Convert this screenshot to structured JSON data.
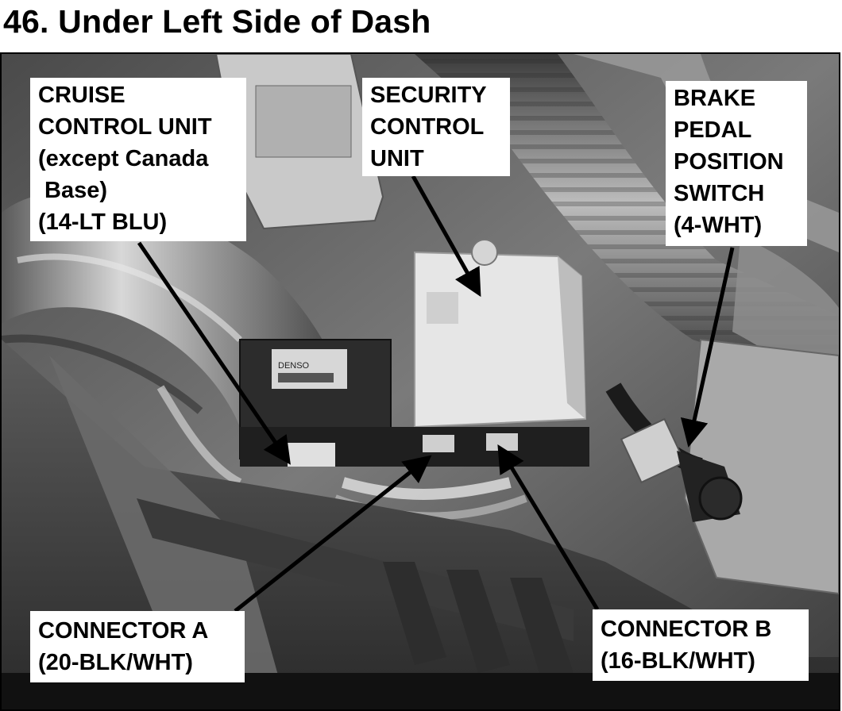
{
  "title": "46. Under Left Side of Dash",
  "callouts": {
    "cruise_control_unit": {
      "lines": [
        "CRUISE",
        "CONTROL UNIT",
        "(except Canada",
        " Base)",
        "(14-LT BLU)"
      ]
    },
    "security_control_unit": {
      "lines": [
        "SECURITY",
        "CONTROL",
        "UNIT"
      ]
    },
    "brake_pedal_position_switch": {
      "lines": [
        "BRAKE",
        "PEDAL",
        "POSITION",
        "SWITCH",
        "(4-WHT)"
      ]
    },
    "connector_a": {
      "lines": [
        "CONNECTOR A",
        "(20-BLK/WHT)"
      ]
    },
    "connector_b": {
      "lines": [
        "CONNECTOR B",
        "(16-BLK/WHT)"
      ]
    }
  },
  "photo": {
    "label_text": "DENSO"
  }
}
